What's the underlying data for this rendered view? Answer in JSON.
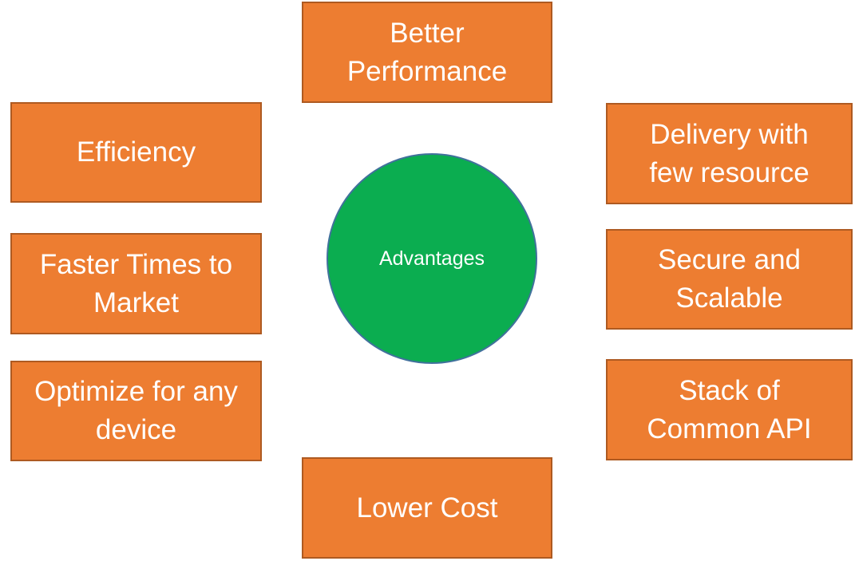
{
  "diagram": {
    "center_circle": {
      "label": "Advantages"
    },
    "boxes": [
      {
        "id": "better-performance",
        "label": "Better\nPerformance",
        "position": "top"
      },
      {
        "id": "efficiency",
        "label": "Efficiency",
        "position": "left-top"
      },
      {
        "id": "faster-times-to-market",
        "label": "Faster Times to\nMarket",
        "position": "left-middle"
      },
      {
        "id": "optimize-for-any-device",
        "label": "Optimize for any\ndevice",
        "position": "left-bottom"
      },
      {
        "id": "delivery-with-few-resource",
        "label": "Delivery with\nfew resource",
        "position": "right-top"
      },
      {
        "id": "secure-and-scalable",
        "label": "Secure and\nScalable",
        "position": "right-middle"
      },
      {
        "id": "stack-of-common-api",
        "label": "Stack of\nCommon API",
        "position": "right-bottom"
      },
      {
        "id": "lower-cost",
        "label": "Lower Cost",
        "position": "bottom"
      }
    ],
    "colors": {
      "box_fill": "#ED7D31",
      "box_border": "#AE5A21",
      "circle_fill": "#0BAD50",
      "circle_border": "#41719C",
      "text": "#FFFFFF",
      "background": "#FFFFFF"
    }
  }
}
